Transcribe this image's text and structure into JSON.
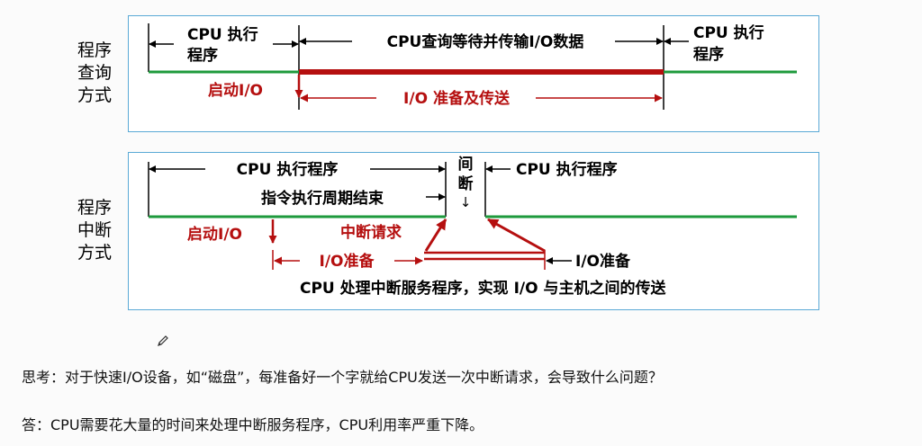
{
  "polling": {
    "side_label": [
      "程序",
      "查询",
      "方式"
    ],
    "cpu_exec_left": [
      "CPU 执行",
      "程序"
    ],
    "wait_transfer": "CPU查询等待并传输I/O数据",
    "cpu_exec_right": [
      "CPU  执行",
      "程序"
    ],
    "start_io": "启动I/O",
    "io_prepare_transfer": "I/O 准备及传送"
  },
  "interrupt": {
    "side_label": [
      "程序",
      "中断",
      "方式"
    ],
    "cpu_exec_left": "CPU  执行程序",
    "interrupt_label": [
      "间",
      "断"
    ],
    "interrupt_arrow": "↓",
    "cpu_exec_right": "CPU  执行程序",
    "cycle_end": "指令执行周期结束",
    "start_io": "启动I/O",
    "int_request": "中断请求",
    "io_prepare": "I/O准备",
    "io_prepare_right": "I/O准备",
    "service_caption": "CPU 处理中断服务程序，实现 I/O 与主机之间的传送"
  },
  "question": "思考：对于快速I/O设备，如“磁盘”，每准备好一个字就给CPU发送一次中断请求，会导致什么问题？",
  "answer": "答：CPU需要花大量的时间来处理中断服务程序，CPU利用率严重下降。",
  "colors": {
    "panel_border": "#5aa9d6",
    "cpu_line": "#1e9a3c",
    "io_red": "#b50f0f",
    "text": "#000000"
  },
  "icons": {
    "cursor": "pencil-icon"
  }
}
